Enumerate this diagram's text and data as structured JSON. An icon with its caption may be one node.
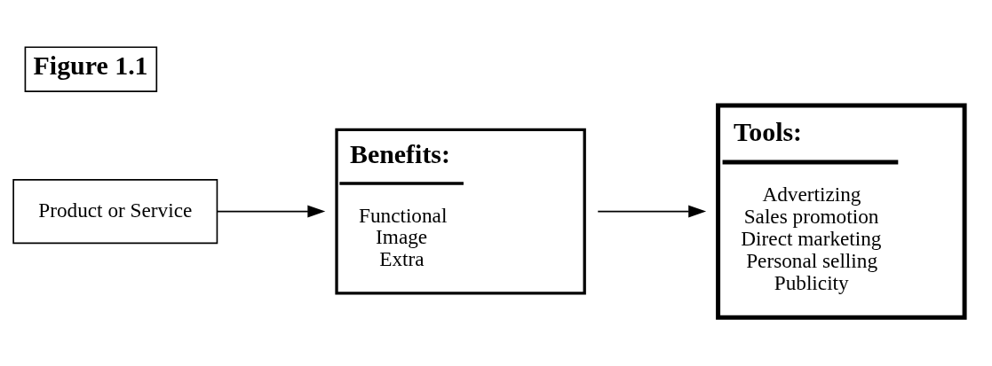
{
  "diagram": {
    "title": "Figure 1.1",
    "nodes": [
      {
        "text": [
          "Product or Service"
        ]
      },
      {
        "text": [
          "Benefits:",
          "Functional",
          "Image",
          "Extra"
        ]
      },
      {
        "text": [
          "Tools:",
          "Advertizing",
          "Sales promotion",
          "Direct marketing",
          "Personal selling",
          "Publicity"
        ]
      }
    ],
    "edges": [
      {
        "from": 0,
        "to": 1,
        "arrow": "to"
      },
      {
        "from": 1,
        "to": 2,
        "arrow": "to"
      }
    ]
  }
}
